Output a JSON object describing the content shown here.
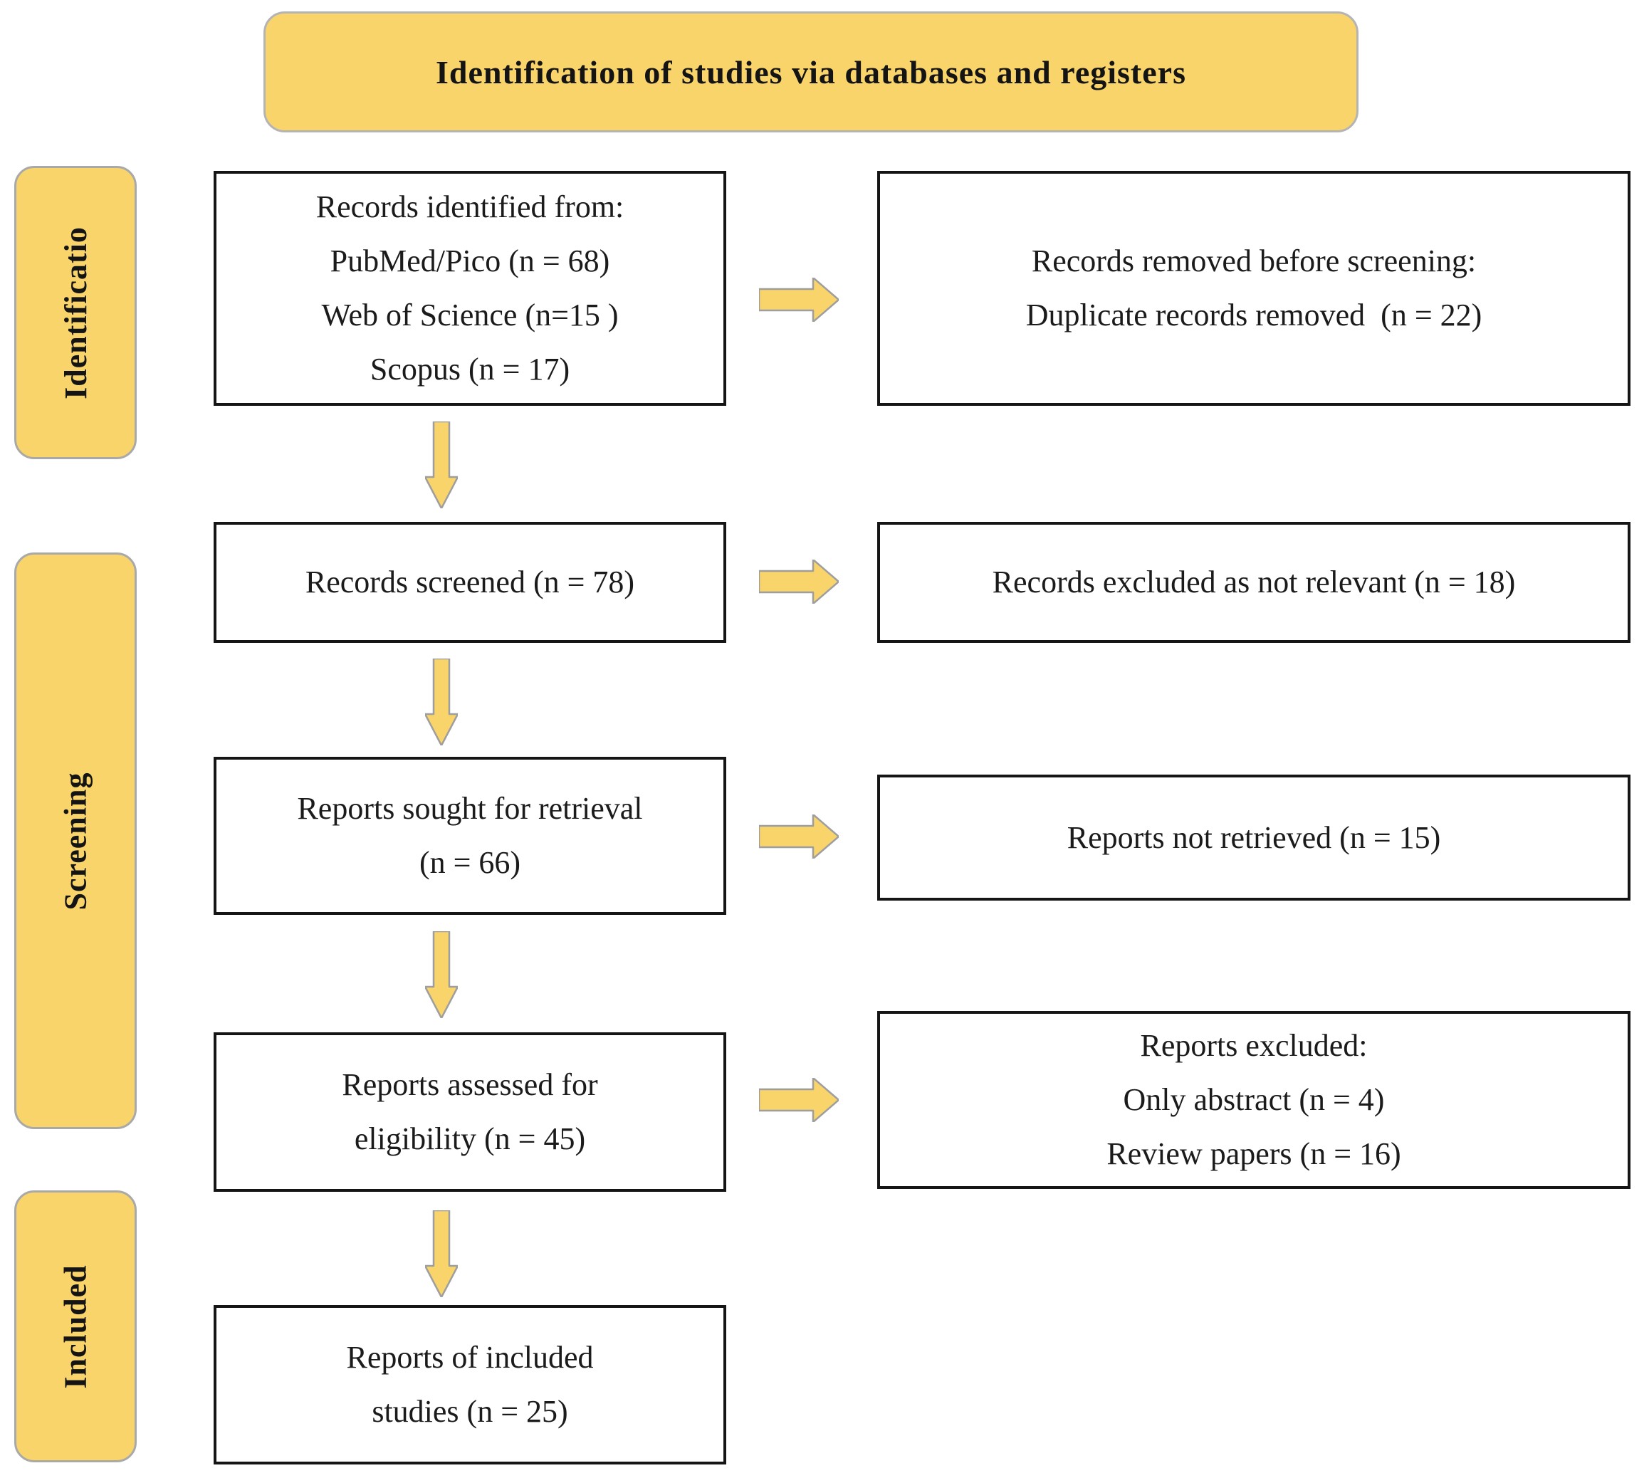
{
  "banner": {
    "title": "Identification of studies via databases and registers"
  },
  "stages": [
    {
      "label": "Identificatio"
    },
    {
      "label": "Screening"
    },
    {
      "label": "Included"
    }
  ],
  "boxes": {
    "records_identified": {
      "lines": [
        "Records identified from:",
        "PubMed/Pico (n = 68)",
        "Web of Science (n=15 )",
        "Scopus (n = 17)"
      ]
    },
    "records_removed": {
      "lines": [
        "Records removed before screening:",
        "Duplicate records removed  (n = 22)"
      ]
    },
    "records_screened": {
      "lines": [
        "Records screened (n = 78)"
      ]
    },
    "records_excluded": {
      "lines": [
        "Records excluded as not relevant (n = 18)"
      ]
    },
    "reports_sought": {
      "lines": [
        "Reports sought for retrieval",
        "(n = 66)"
      ]
    },
    "reports_not_retrieved": {
      "lines": [
        "Reports not retrieved (n = 15)"
      ]
    },
    "reports_assessed": {
      "lines": [
        "Reports assessed for",
        "eligibility (n = 45)"
      ]
    },
    "reports_excluded": {
      "lines": [
        "Reports excluded:",
        "Only abstract (n = 4)",
        "Review papers (n = 16)"
      ]
    },
    "reports_included": {
      "lines": [
        "Reports of included",
        "studies (n = 25)"
      ]
    }
  },
  "icons": {
    "down_arrow": "down-arrow-icon",
    "right_arrow": "right-arrow-icon"
  },
  "colors": {
    "accent_yellow": "#F9D46B",
    "yellow_border": "#ABABAB",
    "box_border": "#151515",
    "text": "#1B1B1B"
  }
}
